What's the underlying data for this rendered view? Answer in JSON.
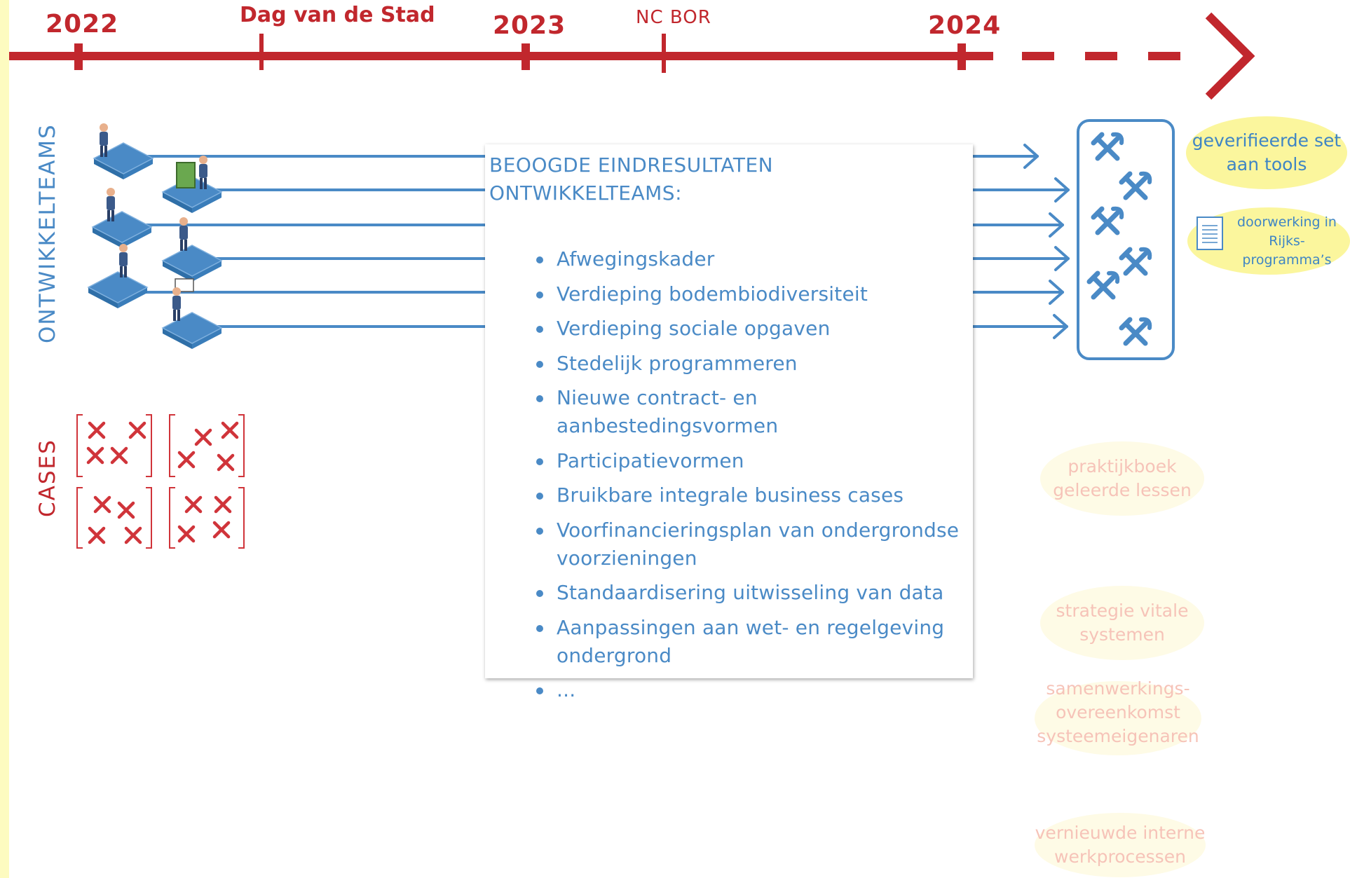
{
  "timeline": {
    "years": [
      "2022",
      "2023",
      "2024"
    ],
    "events": [
      "Dag van de Stad",
      "NC BOR"
    ]
  },
  "side_labels": {
    "teams": "ONTWIKKELTEAMS",
    "cases": "CASES"
  },
  "callout": {
    "title": "BEOOGDE EINDRESULTATEN\nONTWIKKELTEAMS:",
    "items": [
      "Afwegingskader",
      "Verdieping bodembiodiversiteit",
      "Verdieping sociale opgaven",
      "Stedelijk programmeren",
      "Nieuwe contract- en aanbestedingsvormen",
      "Participatievormen",
      "Bruikbare integrale business cases",
      "Voorfinancieringsplan van ondergrondse\nvoorzieningen",
      "Standaardisering uitwisseling van data",
      "Aanpassingen aan wet- en regelgeving\nondergrond",
      "..."
    ]
  },
  "outcomes": {
    "tools": "geverifieerde set\naan tools",
    "rijks": "doorwerking in\nRijks-\nprogramma’s",
    "praktijkboek": "praktijkboek\ngeleerde lessen",
    "strategie": "strategie vitale\nsystemen",
    "samenwerking": "samenwerkings-\novereenkomst\nsysteemeigenaren",
    "werkprocessen": "vernieuwde interne\nwerkprocessen"
  },
  "colors": {
    "timeline_red": "#c1272d",
    "team_blue": "#4a8ac6",
    "case_red": "#d0343a",
    "yellow_blob": "#fbf69d",
    "faded_blob": "#fefbe6",
    "faded_text": "#f6c3b8"
  },
  "icons": {
    "team_platforms": "person-on-platform-icon",
    "tool": "hammer-wrench-icon",
    "document": "document-icon",
    "case_mark": "x-mark-icon",
    "arrow": "arrow-right-icon"
  }
}
